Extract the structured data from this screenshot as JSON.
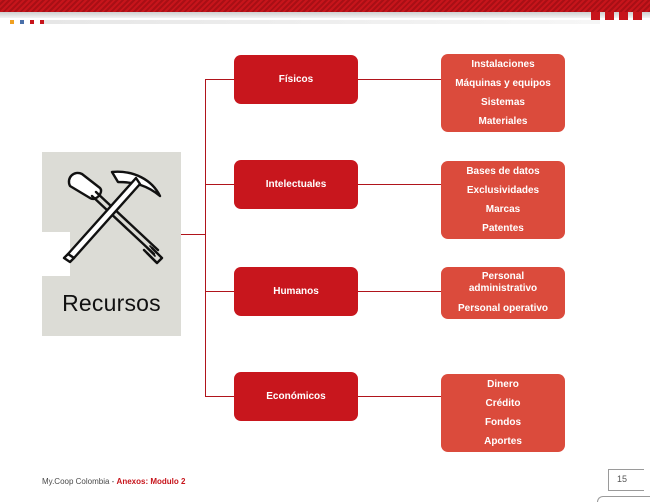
{
  "resource_card": {
    "title": "Recursos"
  },
  "categories": [
    {
      "label": "Físicos",
      "items": [
        "Instalaciones",
        "Máquinas y equipos",
        "Sistemas",
        "Materiales"
      ]
    },
    {
      "label": "Intelectuales",
      "items": [
        "Bases de datos",
        "Exclusividades",
        "Marcas",
        "Patentes"
      ]
    },
    {
      "label": "Humanos",
      "items": [
        "Personal administrativo",
        "Personal operativo"
      ]
    },
    {
      "label": "Económicos",
      "items": [
        "Dinero",
        "Crédito",
        "Fondos",
        "Aportes"
      ]
    }
  ],
  "footer": {
    "brand": "My.Coop Colombia - ",
    "section": "Anexos: Modulo 2",
    "page_number": "15"
  },
  "colors": {
    "brand_red": "#c7141b",
    "category_box": "#c8161d",
    "detail_box": "#db4b3c",
    "card_gray": "#dcdcd6",
    "dots": [
      "#f0a020",
      "#4a6fa8",
      "#c7141b",
      "#c7141b"
    ]
  },
  "icons": {
    "card_art": "shovel-and-pickaxe-icon"
  }
}
